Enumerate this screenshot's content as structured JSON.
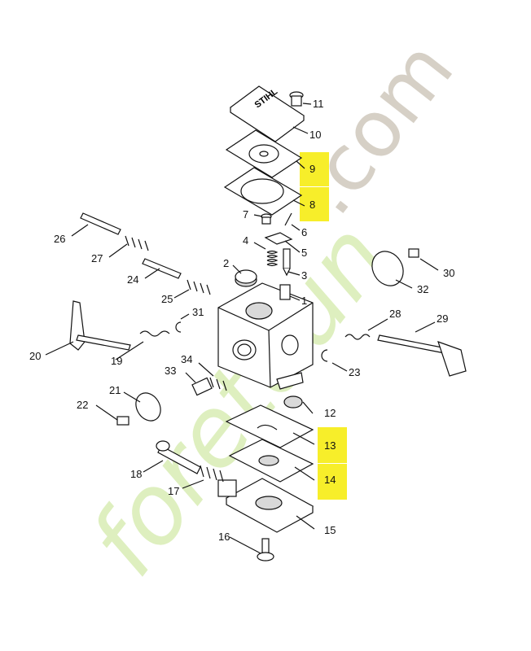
{
  "watermark": {
    "main": "foretdun",
    "suffix": ".com"
  },
  "logo": {
    "text": "STIHL"
  },
  "highlight_color": "#f7ee2a",
  "labels": {
    "p1": "1",
    "p2": "2",
    "p3": "3",
    "p4": "4",
    "p5": "5",
    "p6": "6",
    "p7": "7",
    "p8": "8",
    "p9": "9",
    "p10": "10",
    "p11": "11",
    "p12": "12",
    "p13": "13",
    "p14": "14",
    "p15": "15",
    "p16": "16",
    "p17": "17",
    "p18": "18",
    "p19": "19",
    "p20": "20",
    "p21": "21",
    "p22": "22",
    "p23": "23",
    "p24": "24",
    "p25": "25",
    "p26": "26",
    "p27": "27",
    "p28": "28",
    "p29": "29",
    "p30": "30",
    "p31": "31",
    "p32": "32",
    "p33": "33",
    "p34": "34"
  }
}
